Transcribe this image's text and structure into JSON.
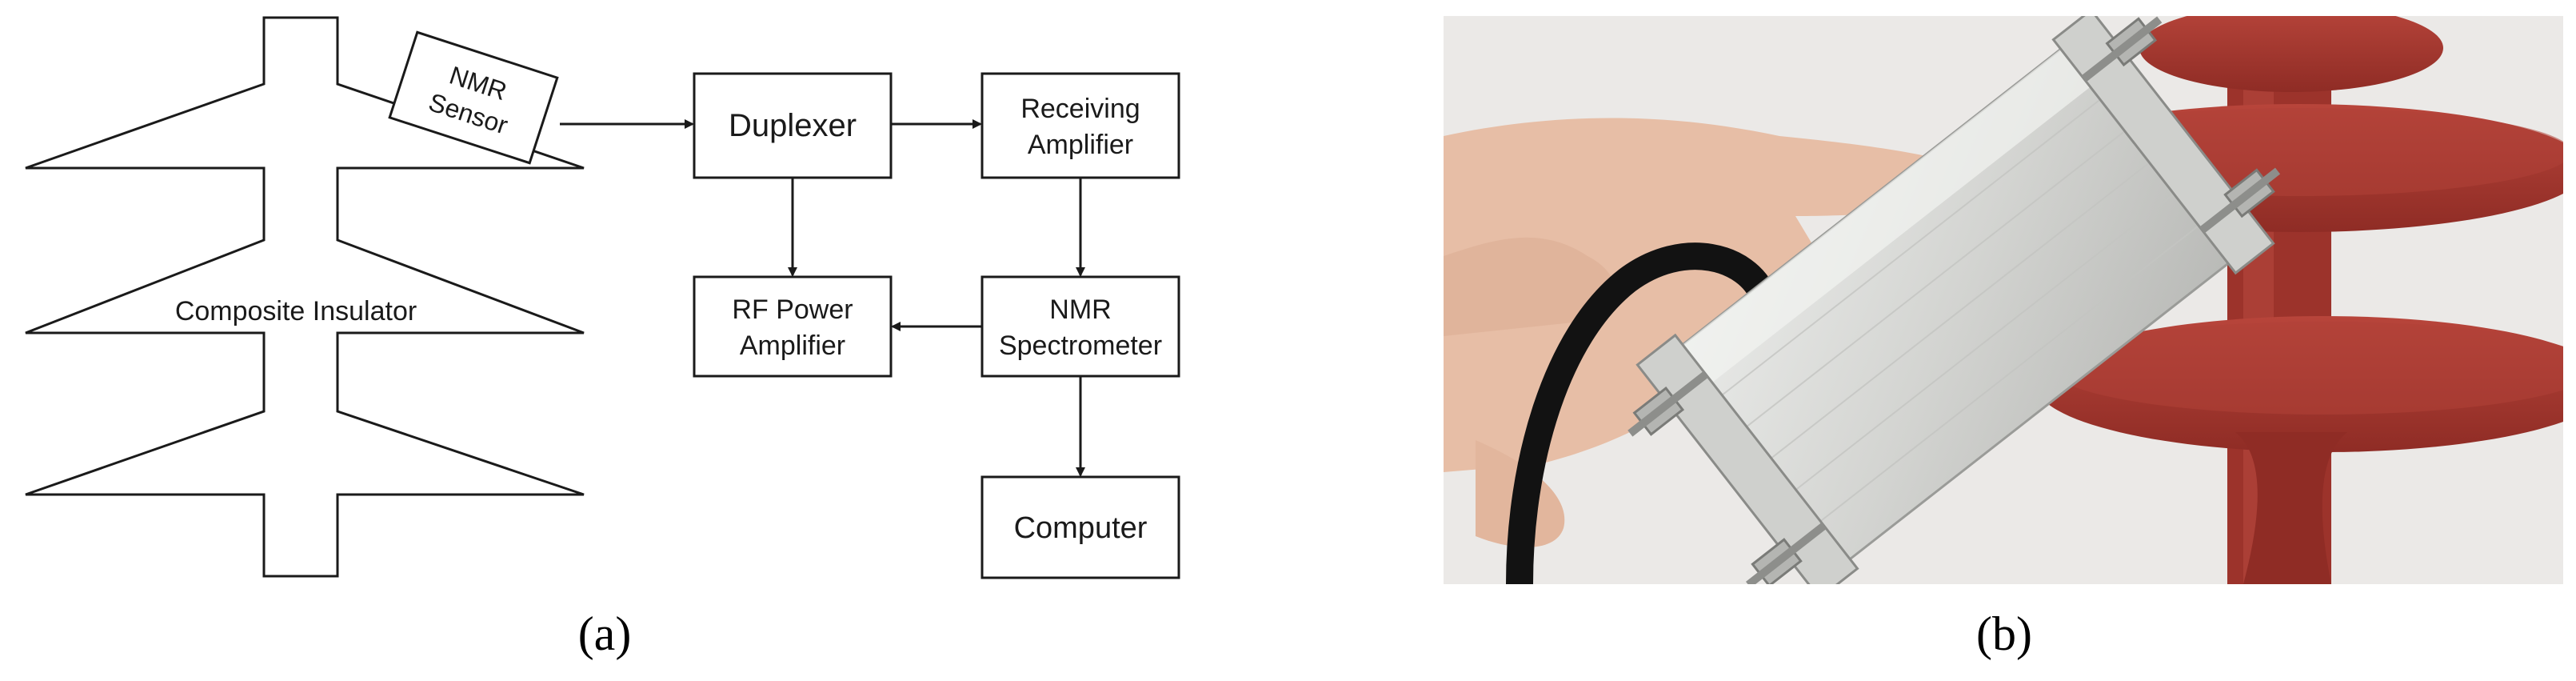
{
  "panel_a": {
    "insulator_label": "Composite Insulator",
    "sensor_line1": "NMR",
    "sensor_line2": "Sensor",
    "duplexer": "Duplexer",
    "receiving_amp_line1": "Receiving",
    "receiving_amp_line2": "Amplifier",
    "rf_power_amp_line1": "RF Power",
    "rf_power_amp_line2": "Amplifier",
    "spectrometer_line1": "NMR",
    "spectrometer_line2": "Spectrometer",
    "computer": "Computer",
    "caption": "(a)"
  },
  "panel_b": {
    "caption": "(b)"
  },
  "colors": {
    "line": "#1a1a1a",
    "insulator_red": "#a3372f",
    "photo_background": "#f0eeec",
    "aluminium": "#d6d7d5",
    "skin": "#e8c3ab",
    "cable": "#111111"
  }
}
